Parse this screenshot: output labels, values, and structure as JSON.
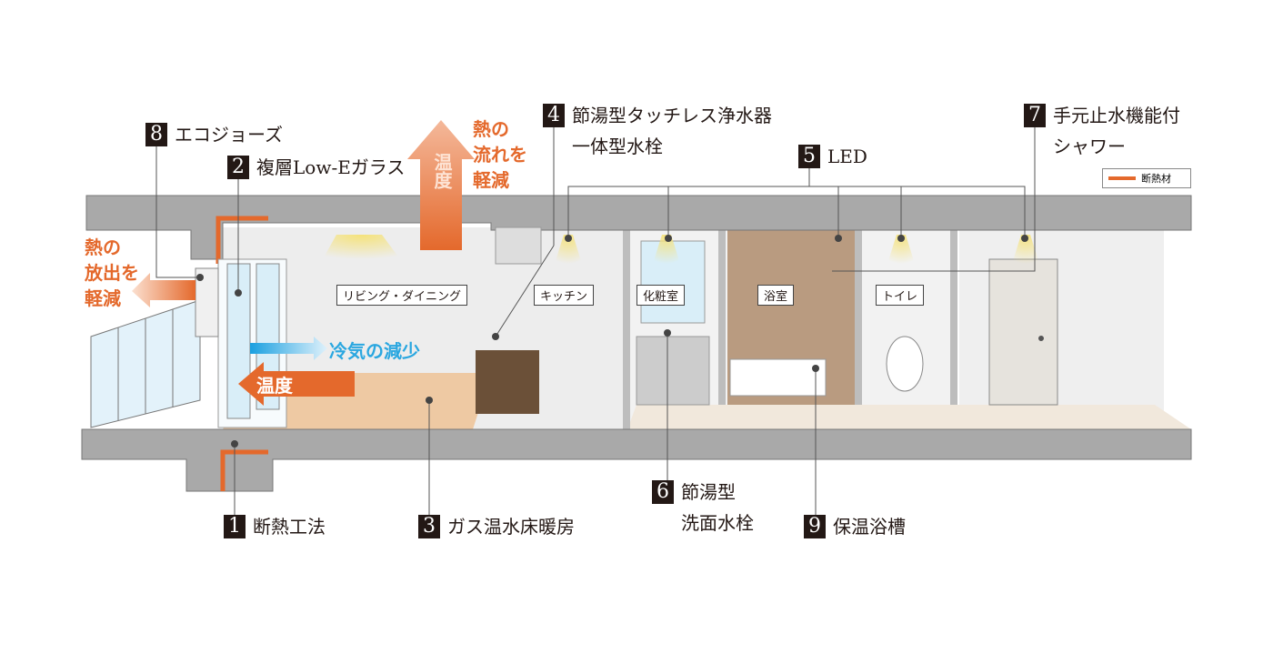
{
  "callouts": [
    {
      "num": "8",
      "lines": [
        "エコジョーズ"
      ]
    },
    {
      "num": "2",
      "lines": [
        "複層Low-Eガラス"
      ]
    },
    {
      "num": "4",
      "lines": [
        "節湯型タッチレス浄水器",
        "一体型水栓"
      ]
    },
    {
      "num": "5",
      "lines": [
        "LED"
      ]
    },
    {
      "num": "7",
      "lines": [
        "手元止水機能付",
        "シャワー"
      ]
    },
    {
      "num": "1",
      "lines": [
        "断熱工法"
      ]
    },
    {
      "num": "3",
      "lines": [
        "ガス温水床暖房"
      ]
    },
    {
      "num": "6",
      "lines": [
        "節湯型",
        "洗面水栓"
      ]
    },
    {
      "num": "9",
      "lines": [
        "保温浴槽"
      ]
    }
  ],
  "rooms": [
    "リビング・ダイニング",
    "キッチン",
    "化粧室",
    "浴室",
    "トイレ"
  ],
  "annotations": {
    "heat_release": [
      "熱の",
      "放出を",
      "軽減"
    ],
    "heat_flow": [
      "熱の",
      "流れを",
      "軽減"
    ],
    "temp_up": "温度",
    "cold_reduce": "冷気の減少",
    "temp_left": "温度"
  },
  "legend": {
    "label": "断熱材",
    "color": "#e4692c"
  },
  "colors": {
    "accent": "#e4692c",
    "cold": "#2aa7e0",
    "badge": "#231815"
  }
}
